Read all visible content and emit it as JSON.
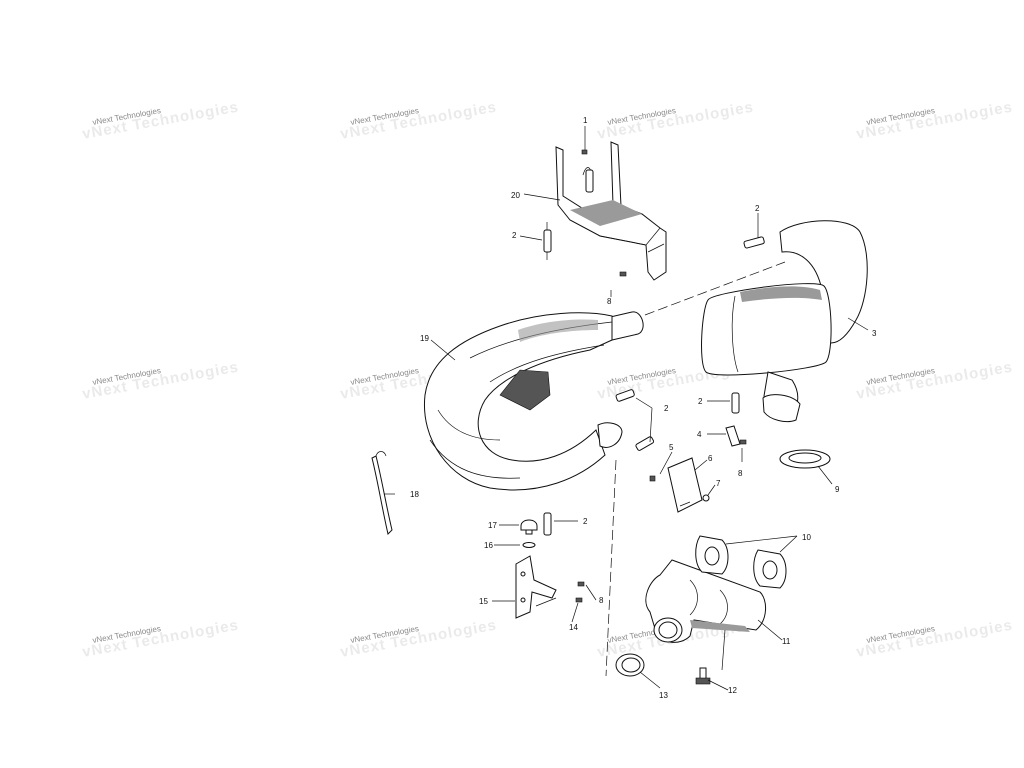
{
  "watermark": {
    "text": "vNext Technologies",
    "shadow_text": "vNext Technologies"
  },
  "callouts": [
    "1",
    "2",
    "3",
    "4",
    "5",
    "6",
    "7",
    "8",
    "9",
    "10",
    "11",
    "12",
    "13",
    "14",
    "15",
    "16",
    "17",
    "18",
    "19",
    "20"
  ],
  "labels": {
    "c1": "1",
    "c20": "20",
    "c2a": "2",
    "c2b": "2",
    "c8a": "8",
    "c3": "3",
    "c19": "19",
    "c2c": "2",
    "c2d": "2",
    "c4": "4",
    "c5": "5",
    "c6": "6",
    "c7": "7",
    "c8b": "8",
    "c9": "9",
    "c18": "18",
    "c17": "17",
    "c2e": "2",
    "c16": "16",
    "c10": "10",
    "c15": "15",
    "c8c": "8",
    "c14": "14",
    "c11": "11",
    "c12": "12",
    "c13": "13"
  }
}
